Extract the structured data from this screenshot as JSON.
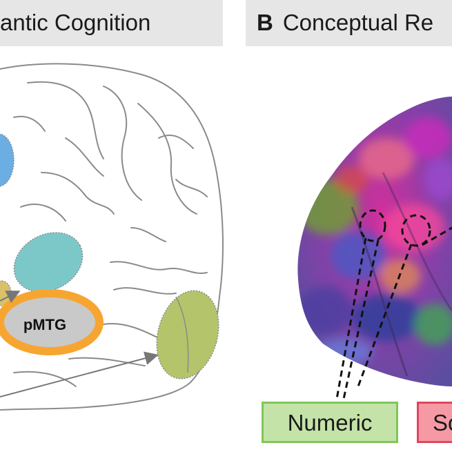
{
  "panel_a": {
    "title": "antic Cognition",
    "regions": {
      "pmtg_label": "pMTG"
    },
    "colors": {
      "blue_region": "#6aaee4",
      "teal_region": "#7cc8c9",
      "green_region": "#b4c46a",
      "pmtg_ring": "#f7a531",
      "pmtg_fill": "#c9c9c9"
    }
  },
  "panel_b": {
    "letter": "B",
    "title": "Conceptual Re",
    "labels": {
      "numeric": "Numeric",
      "social": "So"
    },
    "colors": {
      "numeric_fill": "#c4e3a8",
      "numeric_border": "#80c657",
      "social_fill": "#f59aa5",
      "social_border": "#e0455b"
    }
  }
}
